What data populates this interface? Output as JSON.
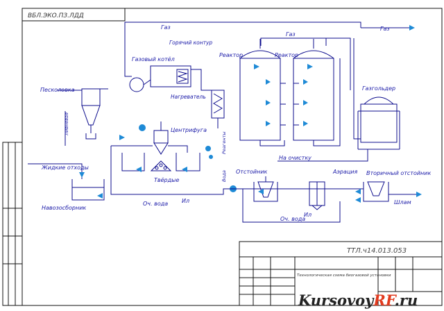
{
  "drawing": {
    "stamp_code": "ВБЛ.ЭКО.ПЗ.ЛДД",
    "document_code": "ТТЛ.ч14.013.053",
    "title_block_name": "Технологическая схема биогазовой установки"
  },
  "labels": {
    "gas_top": "Газ",
    "gas_out": "Газ",
    "gas_mid": "Газ",
    "boiler_main": "Газовый котёл",
    "hot_water_loop": "Горячий контур",
    "heater": "Нагреватель",
    "reactor_1": "Реактор",
    "reactor_2": "Реактор",
    "gas_holder": "Газгольдер",
    "sand_trap": "Песколовка",
    "liquid_waste": "Жидкие отходы",
    "storage_tank": "Навозосборник",
    "centrifuge": "Центрифуга",
    "solid_fraction": "Твёрдые",
    "pump_label": "Ливневая",
    "waste_water_1": "Оч. вода",
    "waste_water_2": "Оч. вода",
    "settling_tank": "Отстойник",
    "to_cleaning": "На очистку",
    "aeration": "Аэрация",
    "secondary_settler": "Вторичный отстойник",
    "sludge": "Шлам",
    "sludge_small": "Ил",
    "mixing_label": "Ил",
    "reagents": "Реагенты",
    "water_label": "Вода"
  },
  "watermark": {
    "part1": "Kursovoy",
    "part2": "RF",
    "part3": ".ru"
  },
  "colors": {
    "line": "#0c0c8c",
    "text": "#1a1aa8",
    "flow_arrow": "#1e8ad6",
    "watermark_accent": "#e23a1e"
  }
}
